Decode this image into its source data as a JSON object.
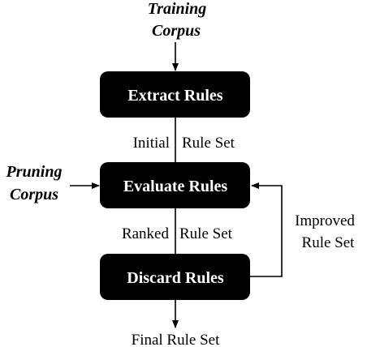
{
  "inputs": {
    "training_corpus": [
      "Training",
      "Corpus"
    ],
    "pruning_corpus": [
      "Pruning",
      "Corpus"
    ]
  },
  "steps": {
    "extract": "Extract Rules",
    "evaluate": "Evaluate Rules",
    "discard": "Discard Rules"
  },
  "edges": {
    "initial": [
      "Initial",
      "Rule Set"
    ],
    "ranked": [
      "Ranked",
      "Rule Set"
    ],
    "improved": [
      "Improved",
      "Rule Set"
    ],
    "final": "Final Rule Set"
  },
  "colors": {
    "box_fill": "#000000",
    "box_text": "#ffffff",
    "line": "#000000"
  }
}
